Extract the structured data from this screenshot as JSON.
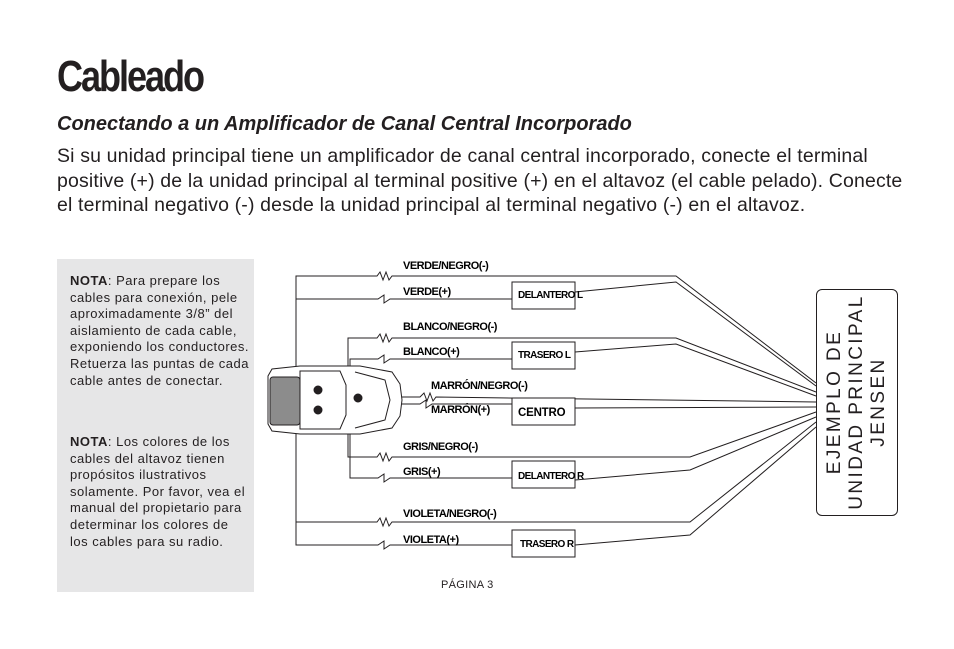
{
  "page": {
    "title": "Cableado",
    "subtitle": "Conectando a un Amplificador de Canal Central Incorporado",
    "intro": "Si su unidad principal tiene un amplificador de canal central incorporado, conecte el terminal positive (+) de la unidad principal al terminal positive (+) en el altavoz (el cable pelado). Conecte el terminal negativo (-) desde la unidad principal al terminal negativo (-) en el altavoz.",
    "page_number": "PÁGINA 3"
  },
  "notes": [
    {
      "label": "NOTA",
      "text": ": Para prepare los cables para conexión, pele aproximadamente 3/8” del aislamiento de cada cable, exponiendo los conductores. Retuerza las puntas de cada cable antes de conectar."
    },
    {
      "label": "NOTA",
      "text": ": Los colores de los cables del altavoz tienen propósitos ilustrativos solamente. Por favor, vea el manual del propietario para determinar los colores de los cables para su radio."
    }
  ],
  "diagram": {
    "speakers": [
      {
        "neg_label": "VERDE/NEGRO(-)",
        "pos_label": "VERDE(+)",
        "speaker": "DELANTERO L"
      },
      {
        "neg_label": "BLANCO/NEGRO(-)",
        "pos_label": "BLANCO(+)",
        "speaker": "TRASERO L"
      },
      {
        "neg_label": "MARRÓN/NEGRO(-)",
        "pos_label": "MARRÓN(+)",
        "speaker": "CENTRO"
      },
      {
        "neg_label": "GRIS/NEGRO(-)",
        "pos_label": "GRIS(+)",
        "speaker": "DELANTERO R"
      },
      {
        "neg_label": "VIOLETA/NEGRO(-)",
        "pos_label": "VIOLETA(+)",
        "speaker": "TRASERO R"
      }
    ],
    "head_unit_lines": [
      "EJEMPLO DE",
      "UNIDAD PRINCIPAL",
      "JENSEN"
    ]
  }
}
